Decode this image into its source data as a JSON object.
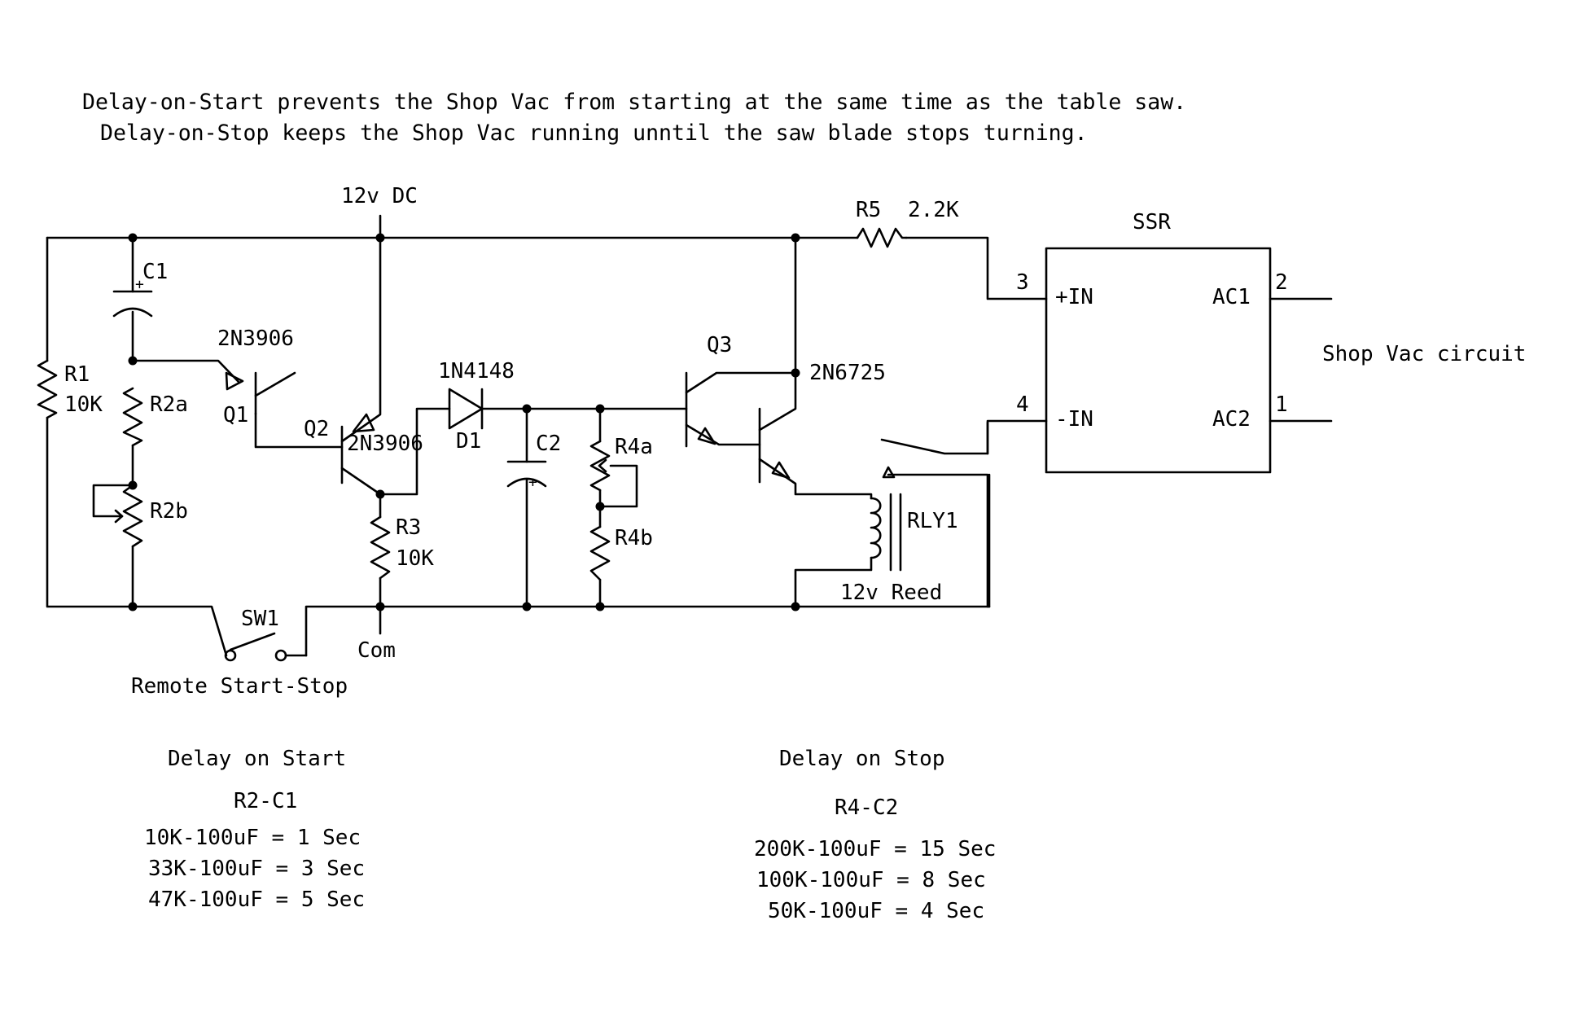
{
  "description": {
    "line1": "Delay-on-Start prevents the Shop Vac from starting at the same time as the table saw.",
    "line2": "Delay-on-Stop keeps the Shop Vac running  unntil the saw blade stops turning."
  },
  "labels": {
    "supply": "12v DC",
    "common": "Com",
    "c1": "C1",
    "c2": "C2",
    "r1": "R1",
    "r1_value": "10K",
    "r2a": "R2a",
    "r2b": "R2b",
    "r3": "R3",
    "r3_value": "10K",
    "r4a": "R4a",
    "r4b": "R4b",
    "r5": "R5",
    "r5_value": "2.2K",
    "q1": "Q1",
    "q1_part": "2N3906",
    "q2": "Q2",
    "q2_part": "2N3906",
    "q3": "Q3",
    "q3_part": "2N6725",
    "d1": "D1",
    "d1_part": "1N4148",
    "sw1": "SW1",
    "sw1_caption": "Remote Start-Stop",
    "relay": "RLY1",
    "relay_type": "12v Reed",
    "ssr": "SSR",
    "ssr_in_plus": "+IN",
    "ssr_in_minus": "-IN",
    "ssr_ac1": "AC1",
    "ssr_ac2": "AC2",
    "pin3": "3",
    "pin4": "4",
    "pin2": "2",
    "pin1": "1",
    "load": "Shop Vac circuit",
    "plus": "+"
  },
  "delay_start": {
    "title": "Delay on Start",
    "subtitle": "R2-C1",
    "rows": [
      "10K-100uF = 1 Sec",
      "33K-100uF = 3 Sec",
      "47K-100uF = 5 Sec"
    ]
  },
  "delay_stop": {
    "title": "Delay on Stop",
    "subtitle": "R4-C2",
    "rows": [
      "200K-100uF = 15 Sec",
      "100K-100uF = 8 Sec",
      "50K-100uF = 4 Sec"
    ]
  }
}
